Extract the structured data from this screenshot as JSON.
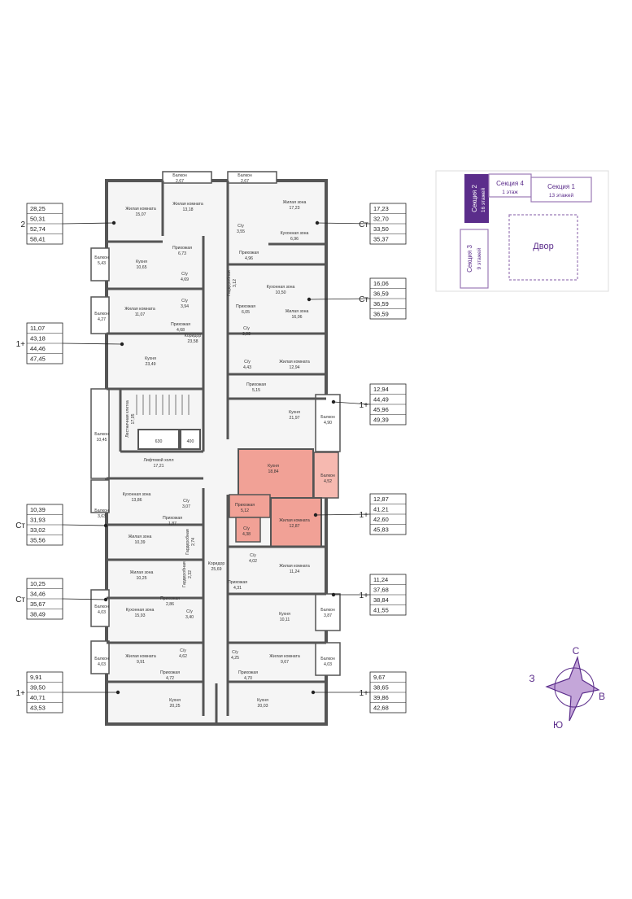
{
  "colors": {
    "wall": "#555555",
    "floor": "#f5f5f5",
    "highlight": "#f1a196",
    "highlight_balcony": "#f6b9b0",
    "accent": "#5b2d8b",
    "accent_light": "#c4a6d9",
    "leader": "#222222"
  },
  "key_plan": {
    "sections": [
      {
        "name": "Секция 2",
        "floors": "16 этажей",
        "active": true
      },
      {
        "name": "Секция 4",
        "floors": "1 этаж",
        "active": false
      },
      {
        "name": "Секция 1",
        "floors": "13 этажей",
        "active": false
      },
      {
        "name": "Секция 3",
        "floors": "9 этажей",
        "active": false
      }
    ],
    "yard": "Двор"
  },
  "compass": {
    "n": "С",
    "s": "Ю",
    "w": "З",
    "e": "В"
  },
  "apartments": [
    {
      "type": "2",
      "areas": [
        "28,25",
        "50,31",
        "52,74",
        "58,41"
      ]
    },
    {
      "type": "Ст",
      "areas": [
        "17,23",
        "32,70",
        "33,50",
        "35,37"
      ]
    },
    {
      "type": "Ст",
      "areas": [
        "16,06",
        "36,59",
        "36,59",
        "36,59"
      ]
    },
    {
      "type": "1+",
      "areas": [
        "11,07",
        "43,18",
        "44,46",
        "47,45"
      ]
    },
    {
      "type": "1+",
      "areas": [
        "12,94",
        "44,49",
        "45,96",
        "49,39"
      ]
    },
    {
      "type": "1+",
      "areas": [
        "12,87",
        "41,21",
        "42,60",
        "45,83"
      ]
    },
    {
      "type": "Ст",
      "areas": [
        "10,39",
        "31,93",
        "33,02",
        "35,56"
      ]
    },
    {
      "type": "Ст",
      "areas": [
        "10,25",
        "34,46",
        "35,67",
        "38,49"
      ]
    },
    {
      "type": "1+",
      "areas": [
        "11,24",
        "37,68",
        "38,84",
        "41,55"
      ]
    },
    {
      "type": "1+",
      "areas": [
        "9,91",
        "39,50",
        "40,71",
        "43,53"
      ]
    },
    {
      "type": "1+",
      "areas": [
        "9,67",
        "38,65",
        "39,86",
        "42,68"
      ]
    }
  ],
  "rooms": [
    {
      "name": "Балкон",
      "area": "2,67"
    },
    {
      "name": "Балкон",
      "area": "2,67"
    },
    {
      "name": "Жилая комната",
      "area": "15,07"
    },
    {
      "name": "Жилая комната",
      "area": "13,18"
    },
    {
      "name": "Жилая зона",
      "area": "17,23"
    },
    {
      "name": "С/у",
      "area": "3,55"
    },
    {
      "name": "Кухонная зона",
      "area": "6,96"
    },
    {
      "name": "Прихожая",
      "area": "6,73"
    },
    {
      "name": "Прихожая",
      "area": "4,96"
    },
    {
      "name": "Балкон",
      "area": "5,43"
    },
    {
      "name": "Кухня",
      "area": "10,65"
    },
    {
      "name": "С/у",
      "area": "4,69"
    },
    {
      "name": "Гардеробная",
      "area": "3,12"
    },
    {
      "name": "Кухонная зона",
      "area": "10,50"
    },
    {
      "name": "Прихожая",
      "area": "6,05"
    },
    {
      "name": "Жилая зона",
      "area": "16,06"
    },
    {
      "name": "С/у",
      "area": "3,94"
    },
    {
      "name": "Жилая комната",
      "area": "11,07"
    },
    {
      "name": "Балкон",
      "area": "4,27"
    },
    {
      "name": "Прихожая",
      "area": "4,68"
    },
    {
      "name": "Коридор",
      "area": "23,58"
    },
    {
      "name": "С/у",
      "area": "3,98"
    },
    {
      "name": "Кухня",
      "area": "23,49"
    },
    {
      "name": "С/у",
      "area": "4,43"
    },
    {
      "name": "Жилая комната",
      "area": "12,94"
    },
    {
      "name": "Прихожая",
      "area": "5,15"
    },
    {
      "name": "Лестничная клетка",
      "area": "17,05"
    },
    {
      "name": "Кухня",
      "area": "21,97"
    },
    {
      "name": "Балкон",
      "area": "4,90"
    },
    {
      "name": "Балкон",
      "area": "10,45"
    },
    {
      "name": "Кухня",
      "area": "18,84"
    },
    {
      "name": "Балкон",
      "area": "4,52"
    },
    {
      "name": "Лифтовой холл",
      "area": "17,21"
    },
    {
      "name": "Кухонная зона",
      "area": "13,86"
    },
    {
      "name": "Балкон",
      "area": "3,63"
    },
    {
      "name": "С/у",
      "area": "3,07"
    },
    {
      "name": "Прихожая",
      "area": "5,12"
    },
    {
      "name": "Жилая комната",
      "area": "12,87"
    },
    {
      "name": "Прихожая",
      "area": "1,87"
    },
    {
      "name": "С/у",
      "area": "4,38"
    },
    {
      "name": "Жилая зона",
      "area": "10,39"
    },
    {
      "name": "Гардеробная",
      "area": "2,74"
    },
    {
      "name": "Коридор",
      "area": "25,69"
    },
    {
      "name": "С/у",
      "area": "4,02"
    },
    {
      "name": "Жилая комната",
      "area": "11,24"
    },
    {
      "name": "Жилая зона",
      "area": "10,25"
    },
    {
      "name": "Гардеробная",
      "area": "2,32"
    },
    {
      "name": "Прихожая",
      "area": "2,86"
    },
    {
      "name": "Прихожая",
      "area": "4,31"
    },
    {
      "name": "Балкон",
      "area": "4,03"
    },
    {
      "name": "Кухонная зона",
      "area": "15,93"
    },
    {
      "name": "С/у",
      "area": "3,40"
    },
    {
      "name": "Кухня",
      "area": "10,11"
    },
    {
      "name": "Балкон",
      "area": "3,87"
    },
    {
      "name": "Балкон",
      "area": "4,03"
    },
    {
      "name": "Жилая комната",
      "area": "9,91"
    },
    {
      "name": "С/у",
      "area": "4,62"
    },
    {
      "name": "С/у",
      "area": "4,25"
    },
    {
      "name": "Жилая комната",
      "area": "9,67"
    },
    {
      "name": "Балкон",
      "area": "4,03"
    },
    {
      "name": "Прихожая",
      "area": "4,72"
    },
    {
      "name": "Прихожая",
      "area": "4,70"
    },
    {
      "name": "Кухня",
      "area": "20,25"
    },
    {
      "name": "Кухня",
      "area": "20,03"
    }
  ],
  "lift_labels": [
    "630",
    "400"
  ]
}
